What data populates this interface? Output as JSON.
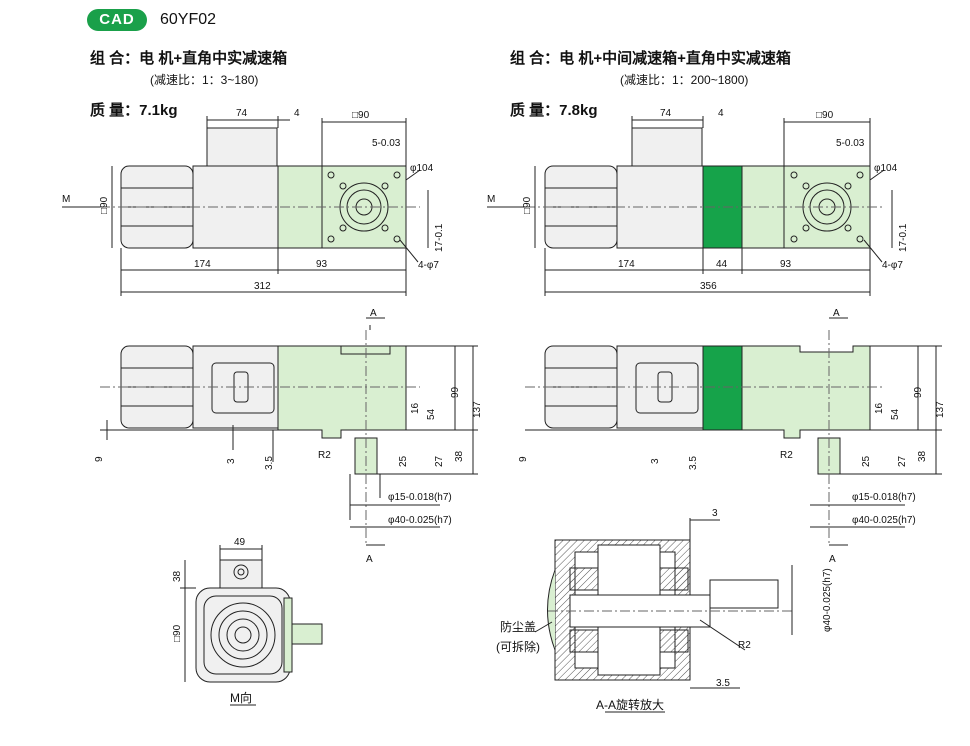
{
  "header": {
    "badge": "CAD",
    "model": "60YF02"
  },
  "left": {
    "combo_label": "组 合：",
    "combo": "电 机+直角中实减速箱",
    "ratio": "(减速比：1：3~180)",
    "mass_label": "质 量：",
    "mass": "7.1kg",
    "dims": {
      "top_74": "74",
      "top_4": "4",
      "sq90": "□90",
      "key": "5-0.03",
      "d104": "φ104",
      "m": "M",
      "sq90v": "□90",
      "h17": "17-0.1",
      "holes": "4-φ7",
      "d174": "174",
      "d93": "93",
      "d312": "312",
      "secA": "A",
      "d16": "16",
      "d54": "54",
      "d99": "99",
      "d137": "137",
      "d9": "9",
      "d3": "3",
      "d35": "3.5",
      "r2": "R2",
      "d25": "25",
      "d27": "27",
      "d38": "38",
      "shaft15": "φ15-0.018(h7)",
      "shaft40": "φ40-0.025(h7)"
    }
  },
  "right": {
    "combo_label": "组 合：",
    "combo": "电 机+中间减速箱+直角中实减速箱",
    "ratio": "(减速比：1：200~1800)",
    "mass_label": "质 量：",
    "mass": "7.8kg",
    "dims": {
      "top_74": "74",
      "top_4": "4",
      "sq90": "□90",
      "key": "5-0.03",
      "d104": "φ104",
      "m": "M",
      "sq90v": "□90",
      "h17": "17-0.1",
      "holes": "4-φ7",
      "d174": "174",
      "d44": "44",
      "d93": "93",
      "d356": "356",
      "secA": "A",
      "d16": "16",
      "d54": "54",
      "d99": "99",
      "d137": "137",
      "d9": "9",
      "d3": "3",
      "d35": "3.5",
      "r2": "R2",
      "d25": "25",
      "d27": "27",
      "d38": "38",
      "shaft15": "φ15-0.018(h7)",
      "shaft40": "φ40-0.025(h7)"
    }
  },
  "mview": {
    "d49": "49",
    "d38": "38",
    "sq90": "□90",
    "caption": "M向"
  },
  "section": {
    "d3": "3",
    "d35": "3.5",
    "r2": "R2",
    "shaft": "φ40-0.025(h7)",
    "cover": "防尘盖",
    "removable": "(可拆除)",
    "caption": "A-A旋转放大"
  },
  "colors": {
    "green_light": "#d9efd1",
    "green_dark": "#16a34a",
    "body": "#f0f0f0",
    "accent": "#1aa04a"
  }
}
